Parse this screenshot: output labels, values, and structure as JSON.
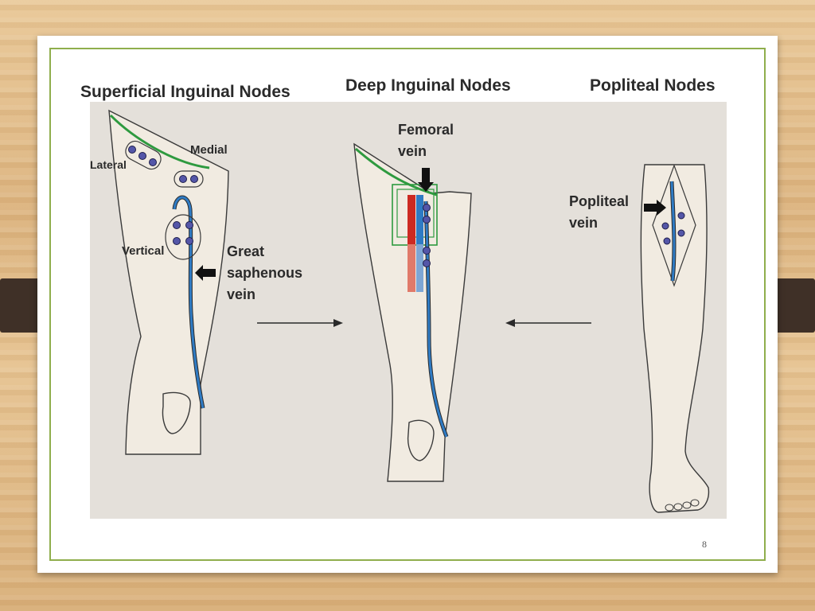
{
  "slide": {
    "page_number": "8"
  },
  "figure": {
    "panels": {
      "superficial": {
        "title": "Superficial Inguinal Nodes",
        "label_medial": "Medial",
        "label_lateral": "Lateral",
        "label_vertical": "Vertical",
        "vein_label_lines": [
          "Great",
          "saphenous",
          "vein"
        ]
      },
      "deep": {
        "title": "Deep Inguinal Nodes",
        "vein_label_lines": [
          "Femoral",
          "vein"
        ]
      },
      "popliteal": {
        "title": "Popliteal Nodes",
        "vein_label_lines": [
          "Popliteal",
          "vein"
        ]
      }
    },
    "colors": {
      "skin": "#f1ebe1",
      "panel_bg": "#e4e0da",
      "outline": "#3a3a3a",
      "inguinal_line": "#2e9a3f",
      "vein_blue": "#2f7bc4",
      "artery_red": "#cc2a22",
      "node_fill": "#5456a8",
      "arrow": "#111111"
    }
  }
}
